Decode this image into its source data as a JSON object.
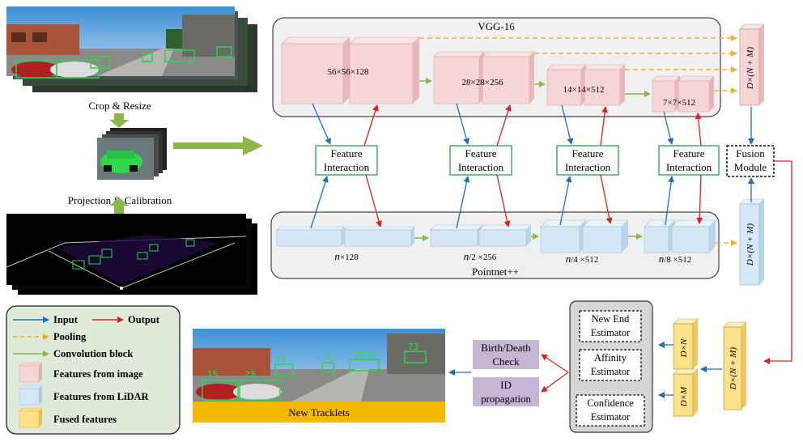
{
  "labels": {
    "crop_resize": "Crop & Resize",
    "projection_calibration": "Projection & Calibration",
    "vgg": "VGG-16",
    "pointnet": "Pointnet++",
    "feature_interaction_line1": "Feature",
    "feature_interaction_line2": "Interaction",
    "fusion_line1": "Fusion",
    "fusion_line2": "Module",
    "new_tracklets": "New Tracklets",
    "birth_death_line1": "Birth/Death",
    "birth_death_line2": "Check",
    "id_prop_line1": "ID",
    "id_prop_line2": "propagation",
    "new_end_line1": "New End",
    "new_end_line2": "Estimator",
    "affinity_line1": "Affinity",
    "affinity_line2": "Estimator",
    "confidence_line1": "Confidence",
    "confidence_line2": "Estimator"
  },
  "img_features": [
    "56×56×128",
    "28×28×256",
    "14×14×512",
    "7×7×512"
  ],
  "lidar_features": [
    {
      "sym": "n",
      "rest": "×128"
    },
    {
      "sym": "n",
      "rest": "/2 ×256"
    },
    {
      "sym": "n",
      "rest": "/4 ×512"
    },
    {
      "sym": "n",
      "rest": "/8 ×512"
    }
  ],
  "vectors": {
    "img_vec": "D×(N + M)",
    "lidar_vec": "D×(N + M)",
    "fused_nm": "D×(N + M)",
    "fused_n": "D×N",
    "fused_m": "D×M"
  },
  "track_ids": [
    "15",
    "23",
    "45",
    "42",
    "56",
    "62",
    "73"
  ],
  "legend": [
    {
      "type": "arrow",
      "color": "#1f6fb8",
      "label": "Input"
    },
    {
      "type": "arrow",
      "color": "#e02020",
      "label": "Output"
    },
    {
      "type": "dash",
      "color": "#f0b030",
      "label": "Pooling"
    },
    {
      "type": "arrow",
      "color": "#8ab84a",
      "label": "Convolution block"
    },
    {
      "type": "swatch",
      "color": "#f5d5d5",
      "label": "Features from image"
    },
    {
      "type": "swatch",
      "color": "#d5e8f5",
      "label": "Features from LiDAR"
    },
    {
      "type": "swatch",
      "color": "#fde08a",
      "label": "Fused features"
    }
  ],
  "colors": {
    "image_feature": "#f5d5d5",
    "lidar_feature": "#d5e8f5",
    "fused_feature": "#fde08a",
    "input_arrow": "#1f6fb8",
    "output_arrow": "#e02020",
    "pooling": "#f0b030",
    "conv": "#8ab84a",
    "fi_border": "#2e9e4e",
    "action_box": "#c6b6d6",
    "tracklet_bar": "#f5b800"
  }
}
